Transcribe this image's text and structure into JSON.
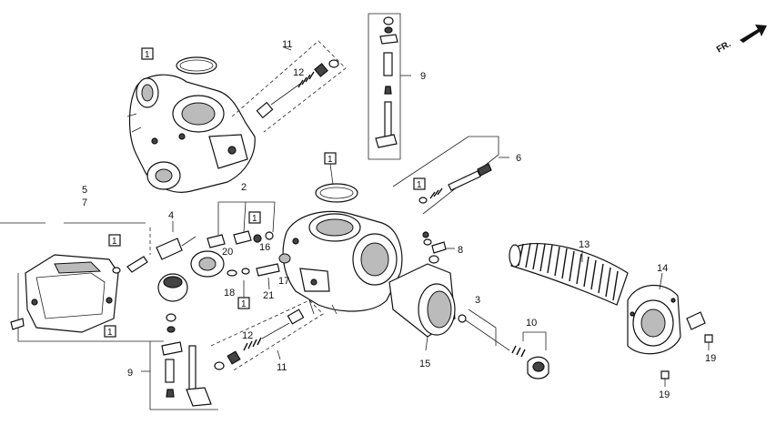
{
  "direction_indicator": {
    "label": "FR."
  },
  "callouts": {
    "c1": "1",
    "c2": "1",
    "c3": "1",
    "c4": "1",
    "c5": "1",
    "c6": "1",
    "c7": "1",
    "c8": "2",
    "c9": "3",
    "c10": "4",
    "c11": "5",
    "c12": "7",
    "c13": "6",
    "c14": "8",
    "c15": "9",
    "c16": "9",
    "c17": "10",
    "c18": "11",
    "c19": "11",
    "c20": "12",
    "c21": "12",
    "c22": "13",
    "c23": "14",
    "c24": "15",
    "c25": "16",
    "c26": "17",
    "c27": "18",
    "c28": "19",
    "c29": "19",
    "c30": "20",
    "c31": "21"
  },
  "icons": {
    "direction": "arrow-icon",
    "carburetor": "carburetor-icon",
    "spring": "spring-icon",
    "screw": "screw-icon"
  },
  "colors": {
    "ink": "#111111",
    "paper": "#ffffff"
  }
}
